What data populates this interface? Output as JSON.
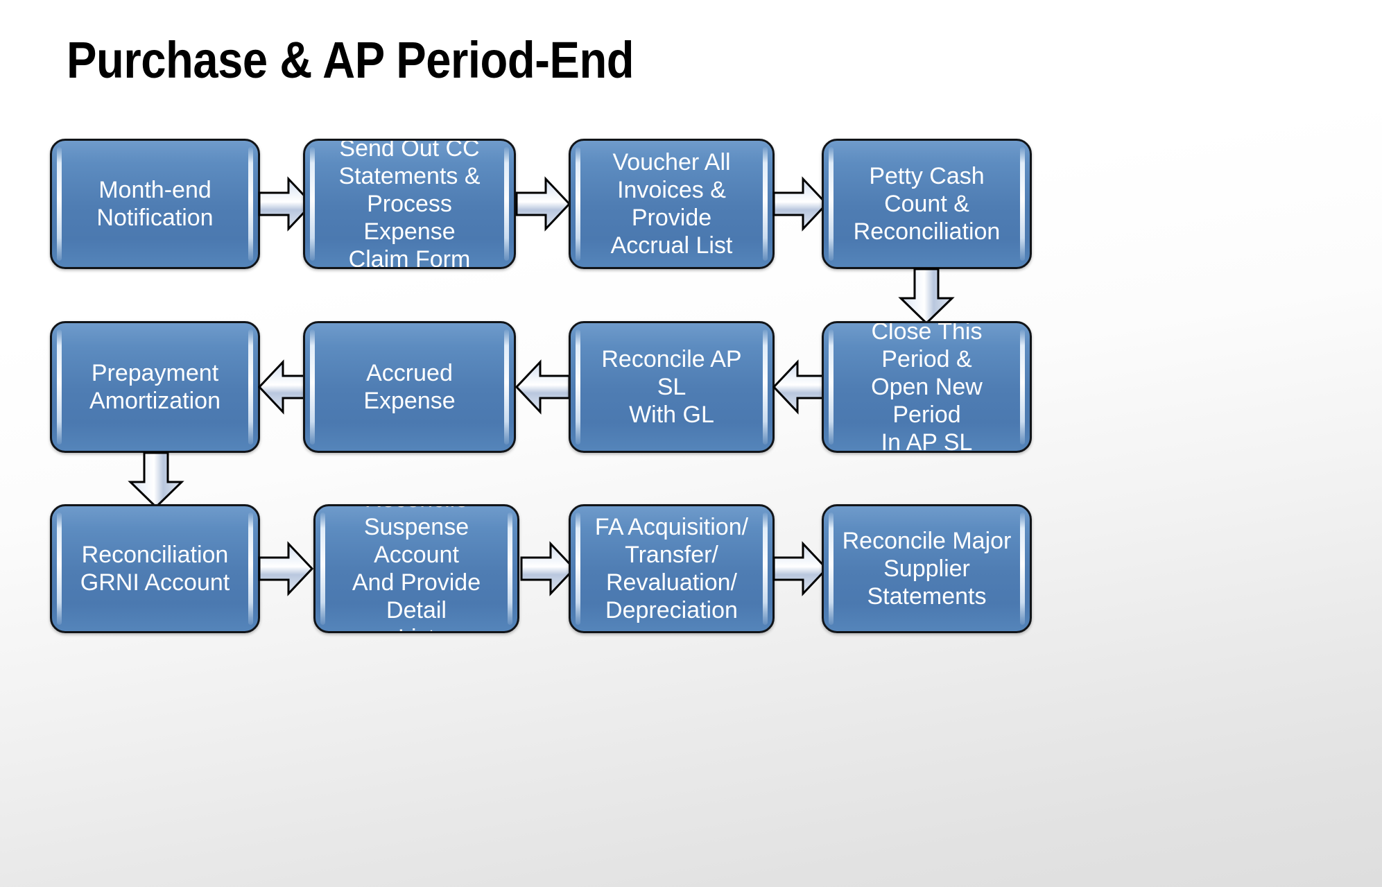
{
  "page": {
    "title": "Purchase & AP Period-End",
    "background_top": "#ffffff",
    "background_bottom": "#dedede",
    "node_fill": "#4f7db3",
    "node_border": "#111418",
    "node_text_color": "#ffffff",
    "arrow_fill": "#c3cfe2",
    "arrow_border": "#000000"
  },
  "chart_data": {
    "type": "diagram",
    "diagram_kind": "flowchart",
    "title": "Purchase & AP Period-End",
    "rows": 3,
    "columns": 4,
    "nodes": [
      {
        "id": "n1",
        "row": 1,
        "col": 1,
        "label": "Month-end\nNotification"
      },
      {
        "id": "n2",
        "row": 1,
        "col": 2,
        "label": "Send Out CC\nStatements &\nProcess Expense\nClaim Form"
      },
      {
        "id": "n3",
        "row": 1,
        "col": 3,
        "label": "Voucher All\nInvoices & Provide\nAccrual List"
      },
      {
        "id": "n4",
        "row": 1,
        "col": 4,
        "label": "Petty Cash Count &\nReconciliation"
      },
      {
        "id": "n5",
        "row": 2,
        "col": 4,
        "label": "Close This Period &\nOpen New Period\nIn AP SL"
      },
      {
        "id": "n6",
        "row": 2,
        "col": 3,
        "label": "Reconcile AP SL\nWith GL"
      },
      {
        "id": "n7",
        "row": 2,
        "col": 2,
        "label": "Accrued Expense"
      },
      {
        "id": "n8",
        "row": 2,
        "col": 1,
        "label": "Prepayment\nAmortization"
      },
      {
        "id": "n9",
        "row": 3,
        "col": 1,
        "label": "Reconciliation\nGRNI Account"
      },
      {
        "id": "n10",
        "row": 3,
        "col": 2,
        "label": "Reconcile\nSuspense Account\nAnd Provide Detail\nList"
      },
      {
        "id": "n11",
        "row": 3,
        "col": 3,
        "label": "FA Acquisition/\nTransfer/\nRevaluation/\nDepreciation"
      },
      {
        "id": "n12",
        "row": 3,
        "col": 4,
        "label": "Reconcile Major\nSupplier\nStatements"
      }
    ],
    "edges": [
      {
        "from": "n1",
        "to": "n2",
        "direction": "right"
      },
      {
        "from": "n2",
        "to": "n3",
        "direction": "right"
      },
      {
        "from": "n3",
        "to": "n4",
        "direction": "right"
      },
      {
        "from": "n4",
        "to": "n5",
        "direction": "down"
      },
      {
        "from": "n5",
        "to": "n6",
        "direction": "left"
      },
      {
        "from": "n6",
        "to": "n7",
        "direction": "left"
      },
      {
        "from": "n7",
        "to": "n8",
        "direction": "left"
      },
      {
        "from": "n8",
        "to": "n9",
        "direction": "down"
      },
      {
        "from": "n9",
        "to": "n10",
        "direction": "right"
      },
      {
        "from": "n10",
        "to": "n11",
        "direction": "right"
      },
      {
        "from": "n11",
        "to": "n12",
        "direction": "right"
      }
    ]
  }
}
